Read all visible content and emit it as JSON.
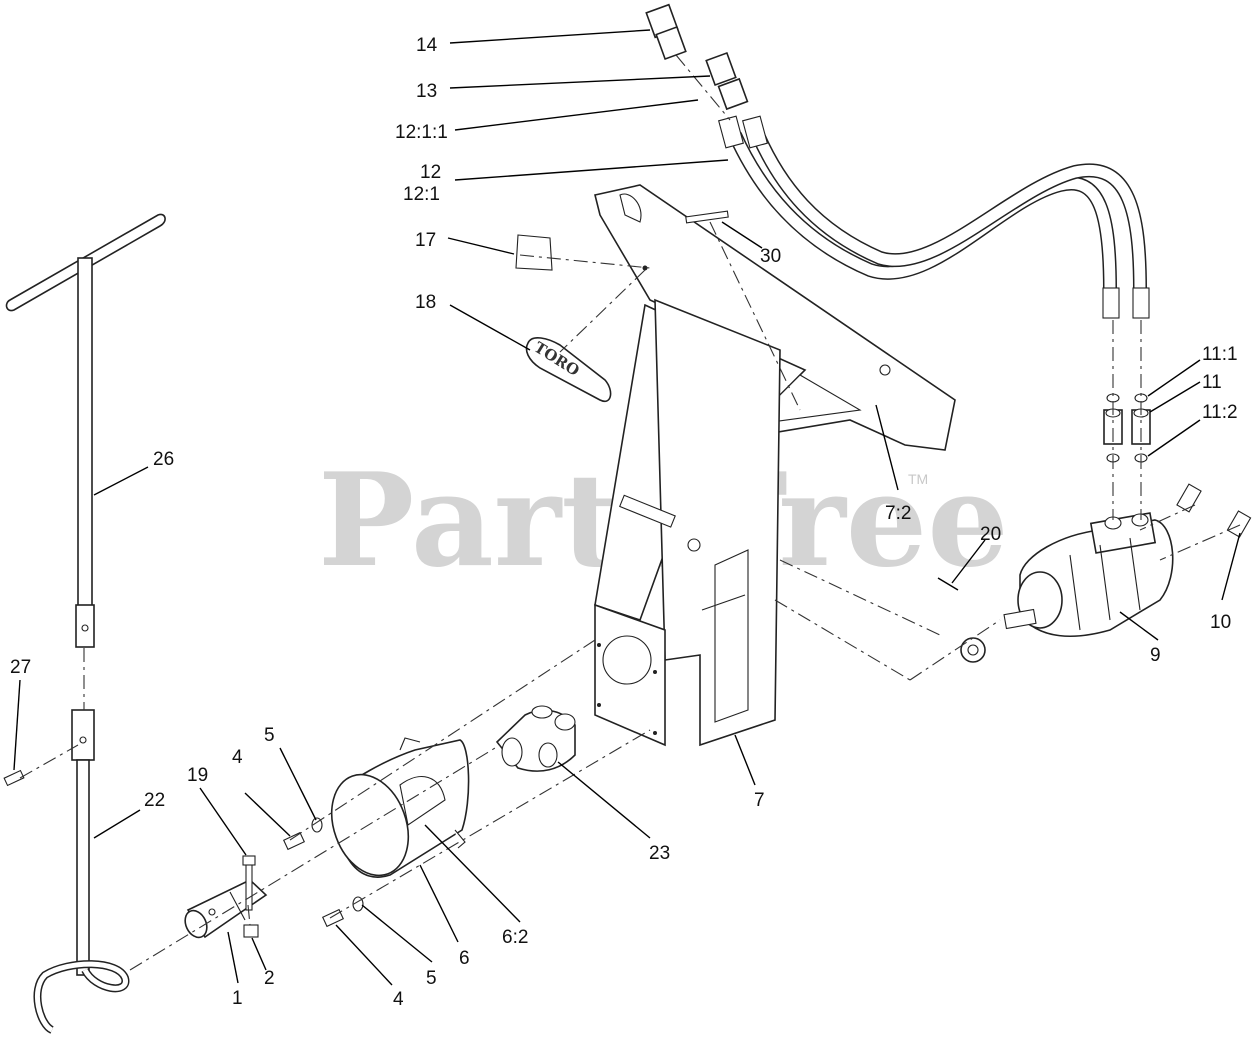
{
  "watermark": {
    "text": "PartsTree",
    "tm": "TM"
  },
  "decal_brand": "TORO",
  "callouts": [
    {
      "id": "c14",
      "text": "14"
    },
    {
      "id": "c13",
      "text": "13"
    },
    {
      "id": "c12_1_1",
      "text": "12:1:1"
    },
    {
      "id": "c12",
      "text": "12"
    },
    {
      "id": "c12_1",
      "text": "12:1"
    },
    {
      "id": "c17",
      "text": "17"
    },
    {
      "id": "c30",
      "text": "30"
    },
    {
      "id": "c18",
      "text": "18"
    },
    {
      "id": "c11_1",
      "text": "11:1"
    },
    {
      "id": "c11",
      "text": "11"
    },
    {
      "id": "c11_2",
      "text": "11:2"
    },
    {
      "id": "c26",
      "text": "26"
    },
    {
      "id": "c7_2",
      "text": "7:2"
    },
    {
      "id": "c20",
      "text": "20"
    },
    {
      "id": "c10",
      "text": "10"
    },
    {
      "id": "c9",
      "text": "9"
    },
    {
      "id": "c27",
      "text": "27"
    },
    {
      "id": "c5a",
      "text": "5"
    },
    {
      "id": "c4a",
      "text": "4"
    },
    {
      "id": "c19",
      "text": "19"
    },
    {
      "id": "c22",
      "text": "22"
    },
    {
      "id": "c7",
      "text": "7"
    },
    {
      "id": "c23",
      "text": "23"
    },
    {
      "id": "c6_2",
      "text": "6:2"
    },
    {
      "id": "c6",
      "text": "6"
    },
    {
      "id": "c5b",
      "text": "5"
    },
    {
      "id": "c4b",
      "text": "4"
    },
    {
      "id": "c2",
      "text": "2"
    },
    {
      "id": "c1",
      "text": "1"
    }
  ]
}
